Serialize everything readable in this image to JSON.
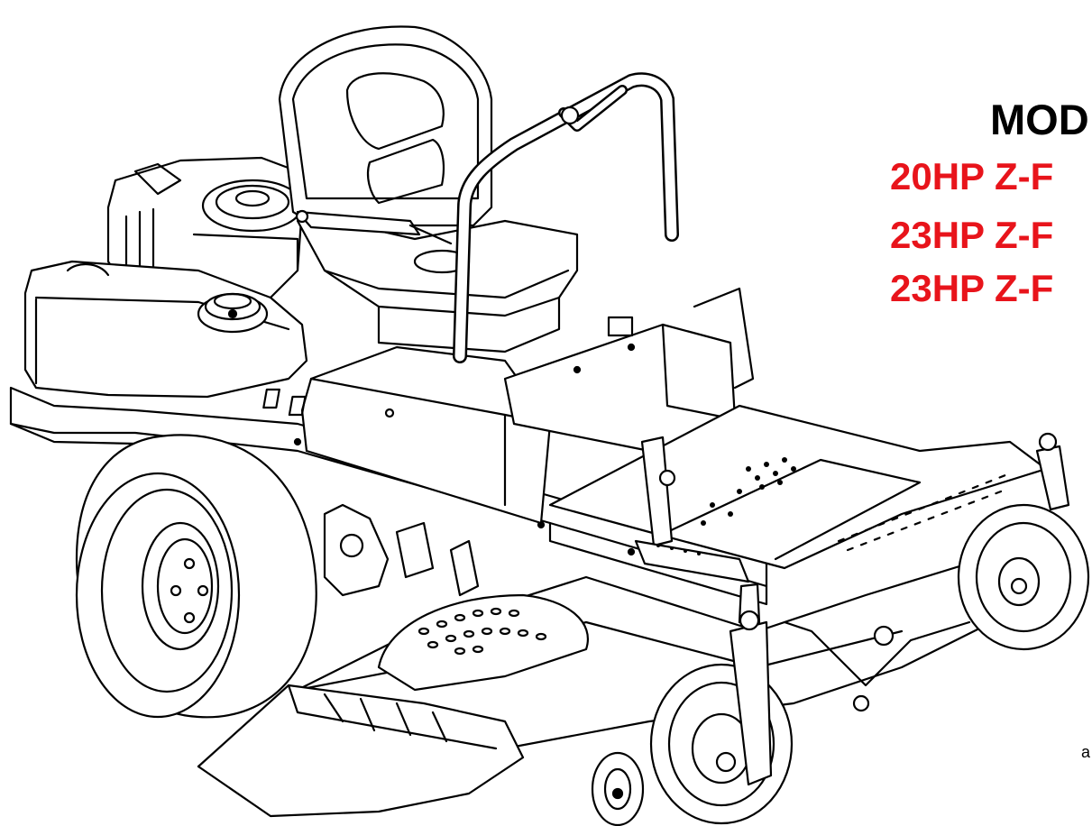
{
  "header": {
    "heading": "MOD",
    "models": [
      "20HP Z-F",
      "23HP Z-F",
      "23HP Z-F"
    ]
  },
  "footer": {
    "mark": "a"
  },
  "colors": {
    "heading": "#000000",
    "model_text": "#e8141b",
    "line_art": "#000000",
    "background": "#ffffff"
  },
  "illustration": {
    "subject": "zero-turn riding lawn mower line drawing"
  }
}
